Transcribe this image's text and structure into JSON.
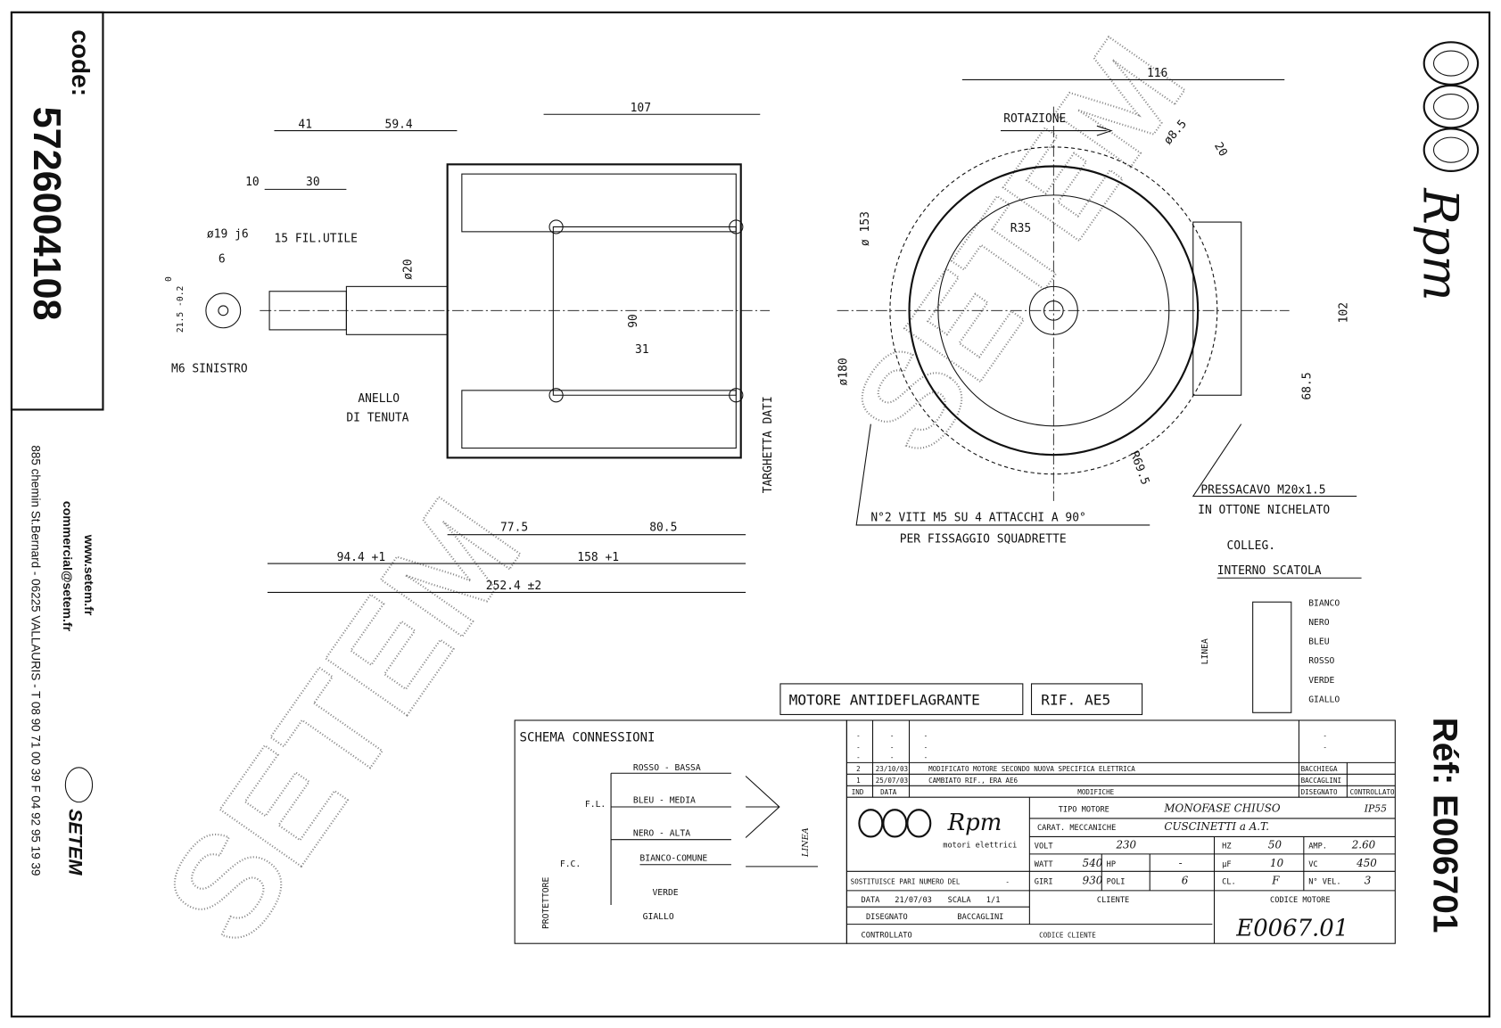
{
  "sidebar": {
    "code_label": "code:",
    "code": "5726004108",
    "website": "www.setem.fr",
    "email": "commercial@setem.fr",
    "address": "885 chemin St.Bernard - 06225 VALLAURIS - T 08 90 71 00 39  F 04 92 95 19 39",
    "brand": "SETEM"
  },
  "brand": {
    "logo_text": "Rpm",
    "logo_sub": "motori elettrici",
    "ref": "Réf: E006701",
    "watermark": "SETEM"
  },
  "side_view": {
    "dims": {
      "d41": "41",
      "d59": "59.4",
      "d107": "107",
      "d10": "10",
      "d30": "30",
      "d19": "ø19 j6",
      "d15": "15 FIL.UTILE",
      "d6": "6",
      "d21": "21.5 -0.2",
      "d21_0": "0",
      "d20": "ø20",
      "d90": "90",
      "d31": "31",
      "d77": "77.5",
      "d80": "80.5",
      "d94": "94.4 +1",
      "d158": "158 +1",
      "d252": "252.4 ±2"
    },
    "labels": {
      "m6": "M6 SINISTRO",
      "anello1": "ANELLO",
      "anello2": "DI TENUTA",
      "targhetta": "TARGHETTA DATI"
    }
  },
  "front_view": {
    "rotation": "ROTAZIONE",
    "dims": {
      "d116": "116",
      "d153": "ø 153",
      "d180": "ø180",
      "r35": "R35",
      "d102": "102",
      "d68": "68.5",
      "r69": "R69.5",
      "d8": "ø8.5",
      "d20": "20"
    },
    "note1": "N°2 VITI M5 SU 4 ATTACCHI A 90°",
    "note2": "PER FISSAGGIO SQUADRETTE",
    "cable1": "PRESSACAVO M20x1.5",
    "cable2": "IN OTTONE NICHELATO"
  },
  "terminal": {
    "title1": "COLLEG.",
    "title2": "INTERNO SCATOLA",
    "linea": "LINEA",
    "wires": [
      "BIANCO",
      "NERO",
      "BLEU",
      "ROSSO",
      "VERDE",
      "GIALLO"
    ]
  },
  "labels": {
    "antideflagrante": "MOTORE ANTIDEFLAGRANTE",
    "rif": "RIF. AE5"
  },
  "schema": {
    "title": "SCHEMA CONNESSIONI",
    "wires": [
      "ROSSO - BASSA",
      "BLEU - MEDIA",
      "NERO - ALTA",
      "BIANCO-COMUNE"
    ],
    "fl": "F.L.",
    "fc": "F.C.",
    "verde": "VERDE",
    "giallo": "GIALLO",
    "protettore": "PROTETTORE",
    "linea": "LINEA"
  },
  "title_block": {
    "revisions": [
      {
        "ind": "-",
        "data": "-",
        "desc": "-",
        "by": "-"
      },
      {
        "ind": "-",
        "data": "-",
        "desc": "-",
        "by": "-"
      },
      {
        "ind": "-",
        "data": "-",
        "desc": "-",
        "by": ""
      },
      {
        "ind": "2",
        "data": "23/10/03",
        "desc": "MODIFICATO MOTORE SECONDO NUOVA SPECIFICA ELETTRICA",
        "by": "BACCHIEGA"
      },
      {
        "ind": "1",
        "data": "25/07/03",
        "desc": "CAMBIATO RIF., ERA AE6",
        "by": "BACCAGLINI"
      }
    ],
    "header": {
      "ind": "IND",
      "data": "DATA",
      "modifiche": "MODIFICHE",
      "disegnato": "DISEGNATO",
      "controllato": "CONTROLLATO"
    },
    "tipo_label": "TIPO MOTORE",
    "tipo": "MONOFASE CHIUSO",
    "ip": "IP55",
    "carat_label": "CARAT. MECCANICHE",
    "carat": "CUSCINETTI a A.T.",
    "volt_label": "VOLT",
    "volt": "230",
    "hz_label": "HZ",
    "hz": "50",
    "amp_label": "AMP.",
    "amp": "2.60",
    "watt_label": "WATT",
    "watt": "540",
    "hp_label": "HP",
    "hp": "-",
    "uf_label": "µF",
    "uf": "10",
    "vc_label": "VC",
    "vc": "450",
    "giri_label": "GIRI",
    "giri": "930",
    "poli_label": "POLI",
    "poli": "6",
    "cl_label": "CL.",
    "cl": "F",
    "vel_label": "N° VEL.",
    "vel": "3",
    "sostituisce": "SOSTITUISCE PARI NUMERO DEL",
    "sostituisce_val": "-",
    "data_label": "DATA",
    "data": "21/07/03",
    "scala_label": "SCALA",
    "scala": "1/1",
    "disegnato_label": "DISEGNATO",
    "disegnato": "BACCAGLINI",
    "controllato_label": "CONTROLLATO",
    "cliente_label": "CLIENTE",
    "codice_cliente_label": "CODICE CLIENTE",
    "codice_motore_label": "CODICE MOTORE",
    "codice_motore": "E0067.01"
  }
}
